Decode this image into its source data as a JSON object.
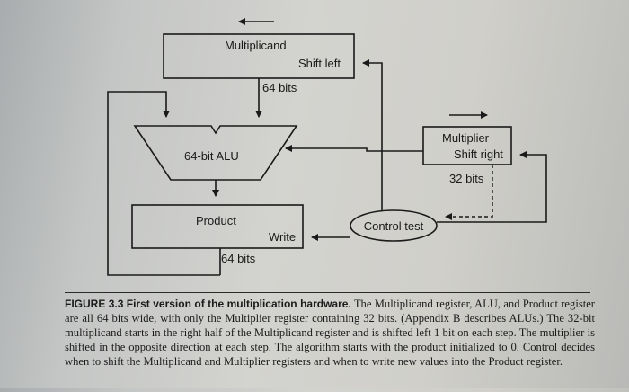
{
  "diagram": {
    "multiplicand": "Multiplicand",
    "shift_left": "Shift left",
    "multiplicand_bits": "64 bits",
    "alu": "64-bit ALU",
    "multiplier": "Multiplier",
    "shift_right": "Shift right",
    "multiplier_bits": "32 bits",
    "product": "Product",
    "write": "Write",
    "product_bits": "64 bits",
    "control_test": "Control test"
  },
  "caption": {
    "label": "FIGURE 3.3",
    "title": "First version of the multiplication hardware.",
    "body": "The Multiplicand register, ALU, and Product register are all 64 bits wide, with only the Multiplier register containing 32 bits. (Appendix B describes ALUs.) The 32-bit multiplicand starts in the right half of the Multiplicand register and is shifted left 1 bit on each step. The multiplier is shifted in the opposite direction at each step. The algorithm starts with the product initialized to 0. Control decides when to shift the Multiplicand and Multiplier registers and when to write new values into the Product register."
  }
}
